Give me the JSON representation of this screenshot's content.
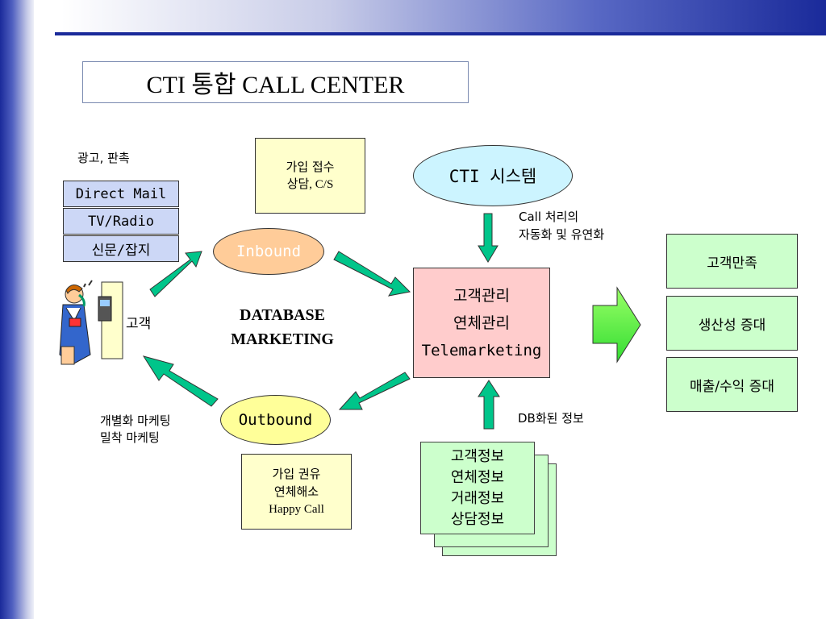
{
  "title": "CTI 통합 CALL CENTER",
  "media": {
    "caption": "광고, 판촉",
    "items": [
      "Direct Mail",
      "TV/Radio",
      "신문/잡지"
    ]
  },
  "customer_label": "고객",
  "signup_box": [
    "가입 접수",
    "상담,  C/S"
  ],
  "cti_system": "CTI 시스템",
  "call_note": [
    "Call 처리의",
    "자동화 및 유연화"
  ],
  "inbound": "Inbound",
  "outbound": "Outbound",
  "db_marketing": [
    "DATABASE",
    "MARKETING"
  ],
  "center_box": [
    "고객관리",
    "연체관리",
    "Telemarketing"
  ],
  "results": [
    "고객만족",
    "생산성 증대",
    "매출/수익 증대"
  ],
  "outbound_note": [
    "개별화 마케팅",
    "밀착 마케팅"
  ],
  "outbound_box": [
    "가입 권유",
    "연체해소",
    "Happy Call"
  ],
  "db_note": "DB화된 정보",
  "info_stack": [
    "고객정보",
    "연체정보",
    "거래정보",
    "상담정보"
  ],
  "colors": {
    "arrow": "#00c58a",
    "inbound_fill": "#ffcc99",
    "outbound_fill": "#ffff99",
    "cti_fill": "#ccf4ff",
    "center_fill": "#ffcccc",
    "result_fill": "#ccffcc",
    "big_arrow": "#66ff33",
    "media_fill": "#ccd7f6",
    "note_fill": "#ffffcc"
  }
}
